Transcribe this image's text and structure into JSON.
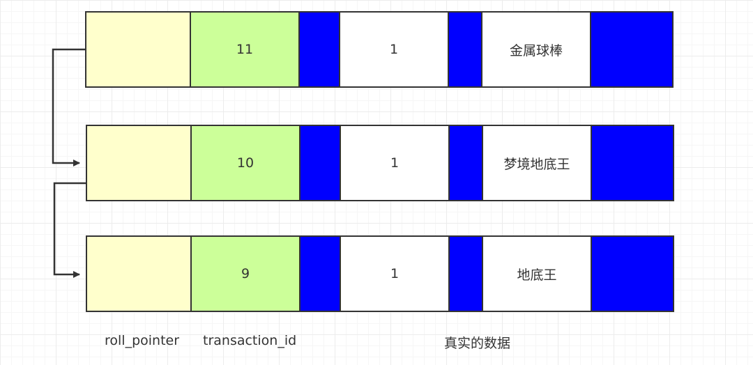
{
  "colors": {
    "roll_pointer_fill": "#ffffcc",
    "transaction_id_fill": "#ccff99",
    "separator_fill": "#0000ff",
    "value_fill": "#ffffff",
    "border": "#333333"
  },
  "rows": [
    {
      "transaction_id": "11",
      "value": "1",
      "name": "金属球棒"
    },
    {
      "transaction_id": "10",
      "value": "1",
      "name": "梦境地底王"
    },
    {
      "transaction_id": "9",
      "value": "1",
      "name": "地底王"
    }
  ],
  "labels": {
    "roll_pointer": "roll_pointer",
    "transaction_id": "transaction_id",
    "real_data": "真实的数据"
  }
}
